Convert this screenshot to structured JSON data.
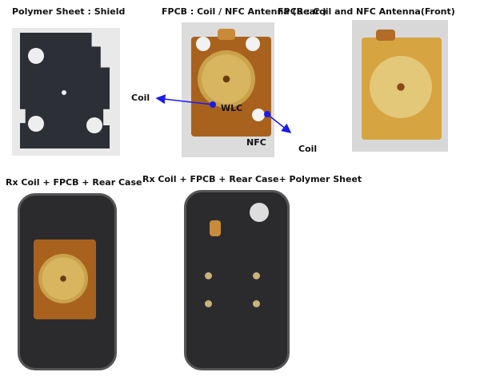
{
  "labels": {
    "polymer_sheet": "Polymer Sheet : Shield",
    "fpcb_rear": "FPCB : Coil / NFC Antenna (Rear )",
    "fpcb_front": "FPCB : Coil and NFC Antenna(Front)",
    "rx_case": "Rx Coil + FPCB + Rear Case",
    "rx_case_polymer": "Rx Coil + FPCB + Rear Case+ Polymer Sheet"
  },
  "annotations": {
    "coil_left": "Coil",
    "wlc": "WLC",
    "nfc": "NFC",
    "coil_right": "Coil"
  },
  "colors": {
    "arrow": "#1a1aee"
  }
}
